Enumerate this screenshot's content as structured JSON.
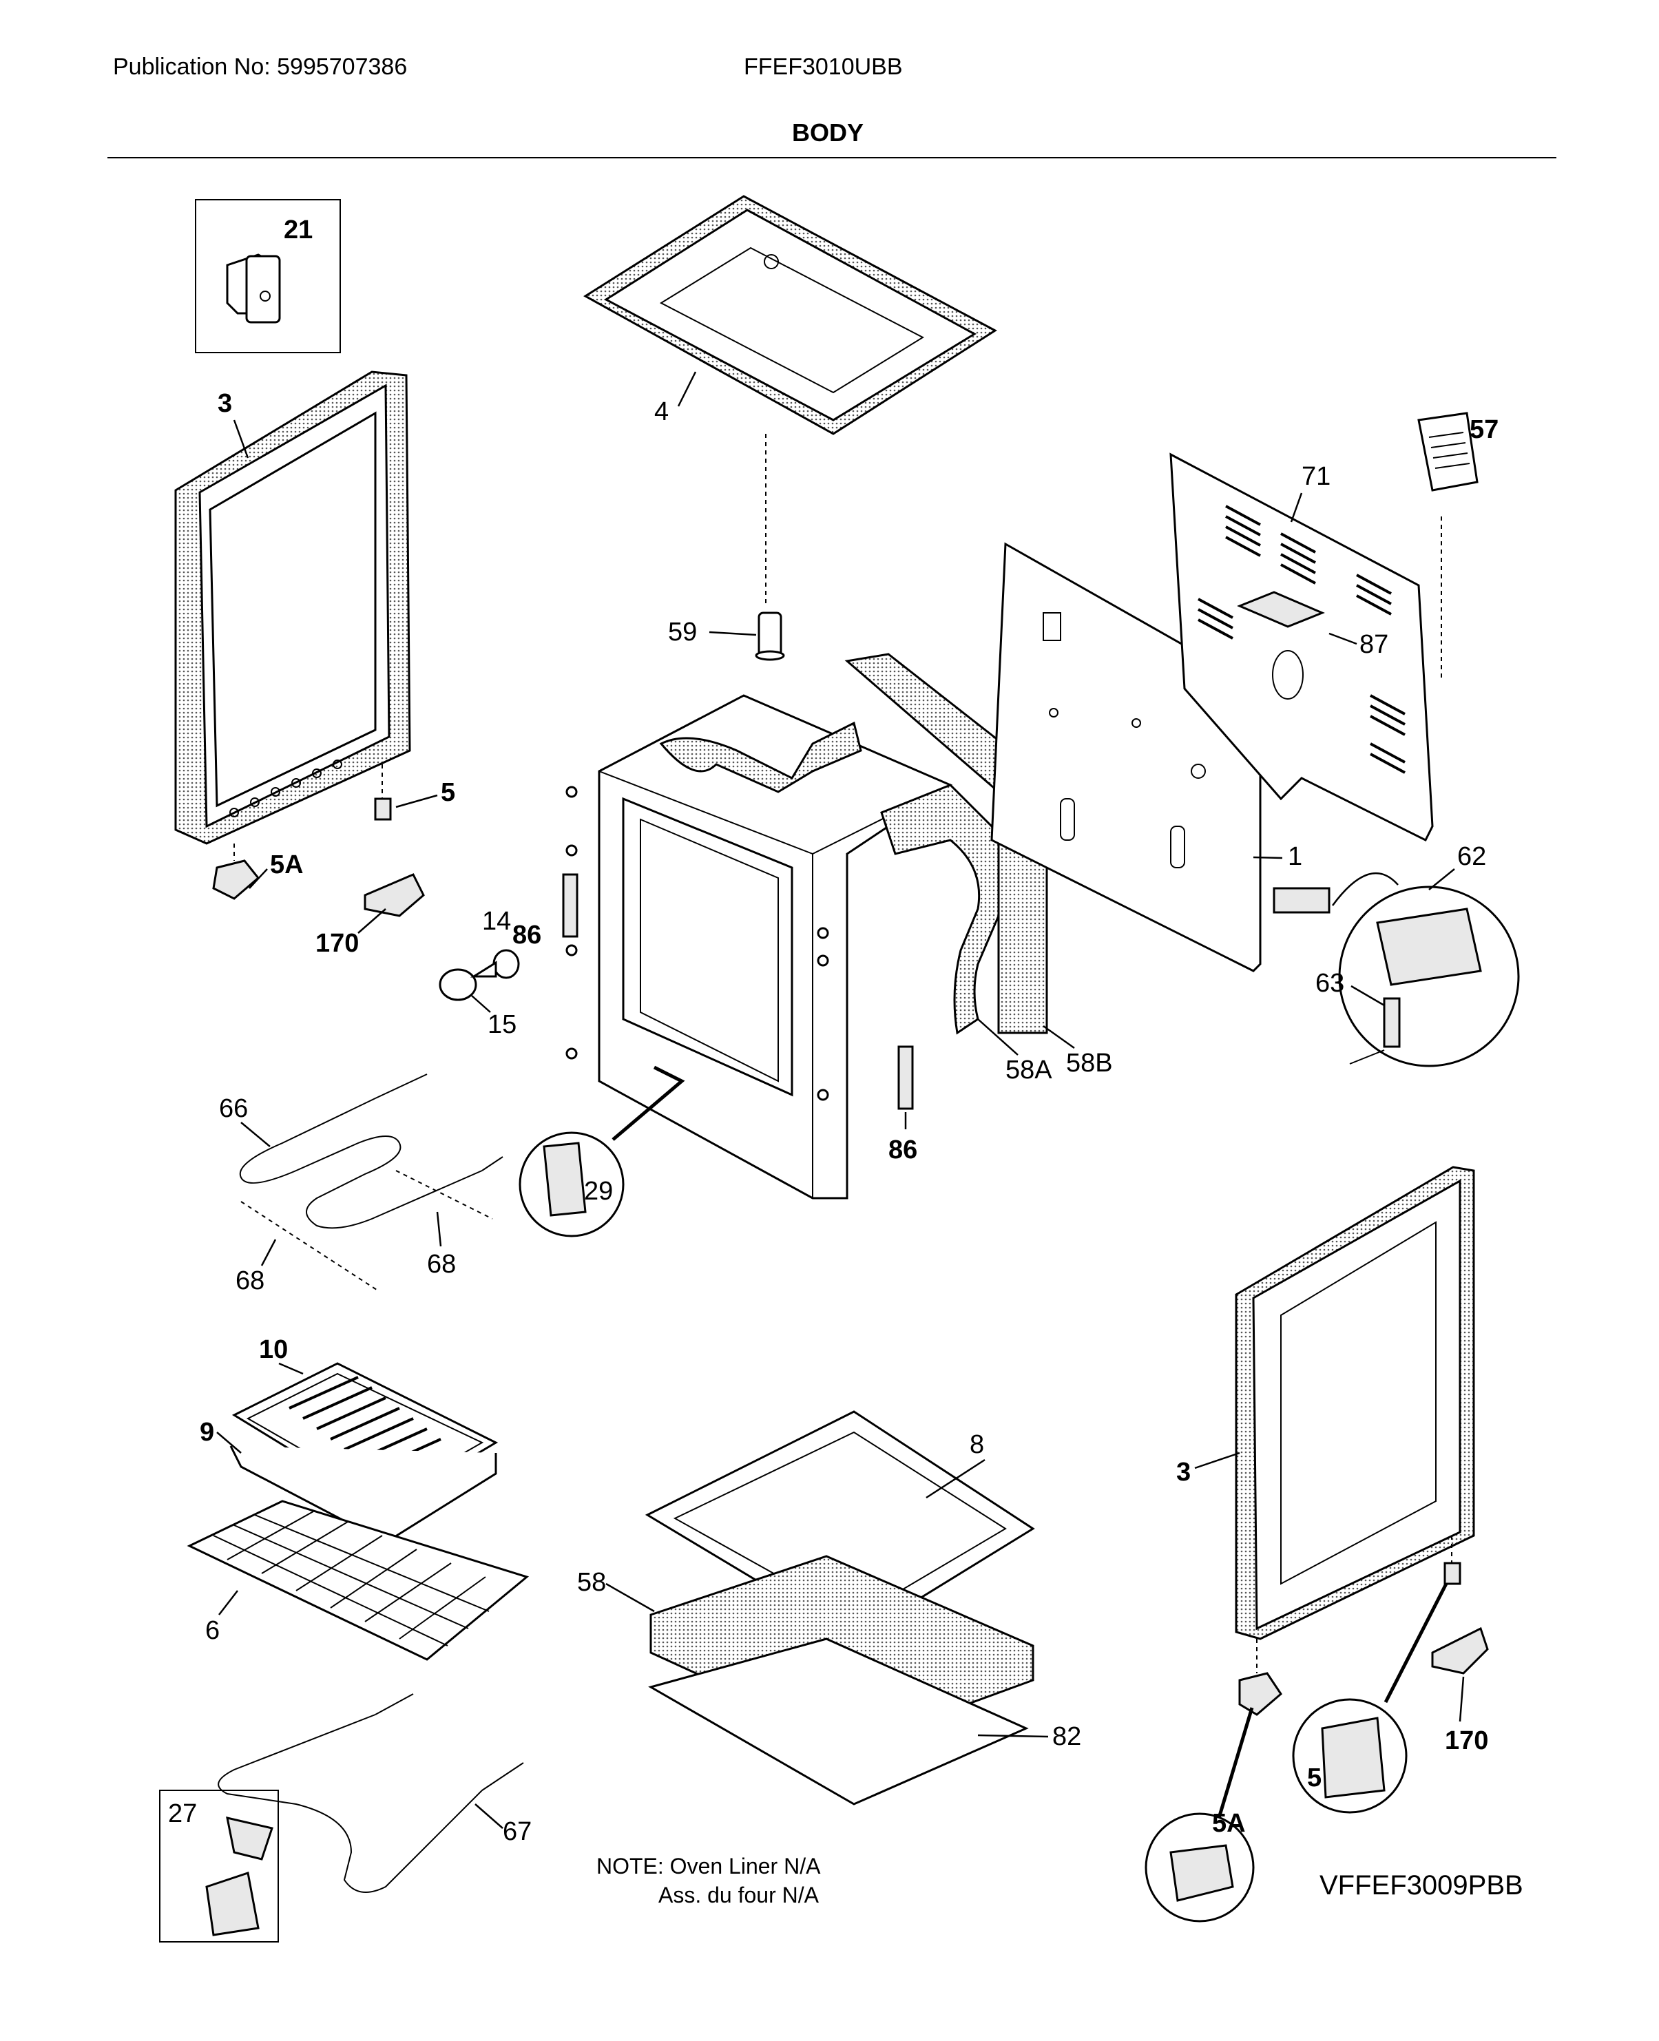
{
  "header": {
    "publication": "Publication No: 5995707386",
    "model": "FFEF3010UBB",
    "section_title": "BODY"
  },
  "callouts": {
    "c21": "21",
    "c3_left": "3",
    "c4": "4",
    "c57": "57",
    "c71": "71",
    "c59": "59",
    "c87": "87",
    "c5_left": "5",
    "c5a_left": "5A",
    "c170_left": "170",
    "c1": "1",
    "c62": "62",
    "c14": "14",
    "c86_top": "86",
    "c63": "63",
    "c15": "15",
    "c58a": "58A",
    "c58b": "58B",
    "c66": "66",
    "c86_bottom": "86",
    "c29": "29",
    "c68_left": "68",
    "c68_right": "68",
    "c10": "10",
    "c9": "9",
    "c8": "8",
    "c3_right": "3",
    "c58": "58",
    "c6": "6",
    "c82": "82",
    "c170_right": "170",
    "c5_right": "5",
    "c5a_right": "5A",
    "c67": "67",
    "c27": "27"
  },
  "notes": {
    "line1": "NOTE: Oven Liner N/A",
    "line2": "Ass. du four N/A"
  },
  "figure_code": "VFFEF3009PBB"
}
